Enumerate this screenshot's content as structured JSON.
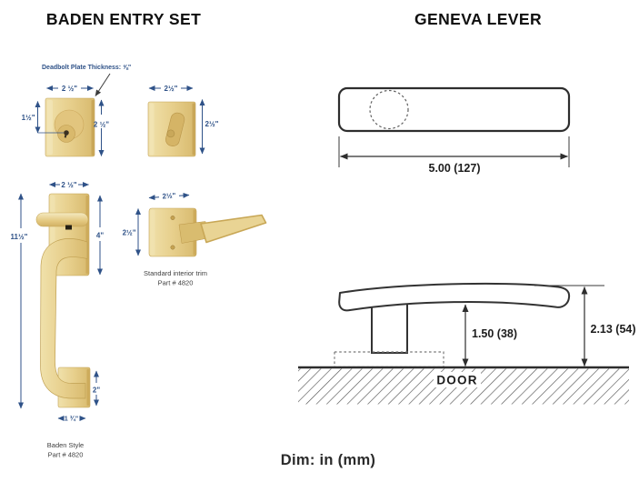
{
  "titles": {
    "left": "BADEN ENTRY SET",
    "right": "GENEVA LEVER"
  },
  "footer": {
    "dim_note": "Dim: in (mm)"
  },
  "colors": {
    "brass": "#e7cf8c",
    "brass_light": "#f2e6ba",
    "brass_dark": "#cfae5e",
    "dim_blue": "#2f5288",
    "drawing_line": "#2d2d2d",
    "background": "#ffffff"
  },
  "baden": {
    "callout": "Deadbolt Plate Thickness: ⅝\"",
    "deadbolt_exterior": {
      "width": "2 ½\"",
      "center_offset": "1½\"",
      "height": "2 ½\""
    },
    "deadbolt_interior": {
      "width": "2½\"",
      "height": "2½\""
    },
    "handleset": {
      "plate_width": "2 ½\"",
      "overall_height": "11½\"",
      "plate_height": "4\"",
      "bottom_height": "2\"",
      "bottom_width": "1 ¾\"",
      "caption1": "Baden Style",
      "caption2": "Part # 4820"
    },
    "interior_trim": {
      "rosette_width": "2½\"",
      "rosette_height": "2½\"",
      "caption1": "Standard interior trim",
      "caption2": "Part # 4820"
    }
  },
  "geneva": {
    "top_view": {
      "length": "5.00 (127)"
    },
    "side_view": {
      "height_to_underside": "1.50 (38)",
      "overall_projection": "2.13 (54)",
      "surface": "DOOR"
    }
  }
}
